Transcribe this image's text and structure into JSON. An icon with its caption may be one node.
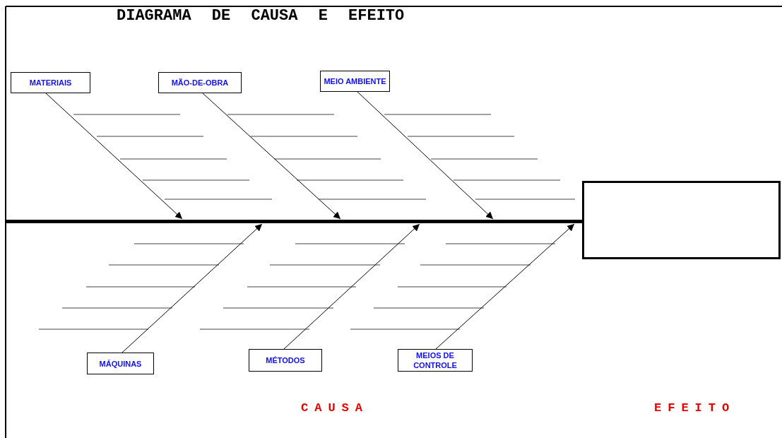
{
  "diagram": {
    "title": "DIAGRAMA DE CAUSA E EFEITO",
    "nodes": [
      {
        "text": [
          "MATERIAIS"
        ]
      },
      {
        "text": [
          "MÃO-DE-OBRA"
        ]
      },
      {
        "text": [
          "MEIO AMBIENTE"
        ]
      },
      {
        "text": [
          "MÁQUINAS"
        ]
      },
      {
        "text": [
          "MÉTODOS"
        ]
      },
      {
        "text": [
          "MEIOS DE CONTROLE"
        ]
      },
      {
        "text": [],
        "shape": "bar"
      },
      {
        "text": [],
        "shape": "box"
      }
    ],
    "edges": [
      {
        "from": 0,
        "to": 6,
        "arrow": "to"
      },
      {
        "from": 1,
        "to": 6,
        "arrow": "to"
      },
      {
        "from": 2,
        "to": 6,
        "arrow": "to"
      },
      {
        "from": 3,
        "to": 6,
        "arrow": "to"
      },
      {
        "from": 4,
        "to": 6,
        "arrow": "to"
      },
      {
        "from": 5,
        "to": 6,
        "arrow": "to"
      }
    ],
    "labels": [
      "CAUSA",
      "EFEITO"
    ]
  }
}
